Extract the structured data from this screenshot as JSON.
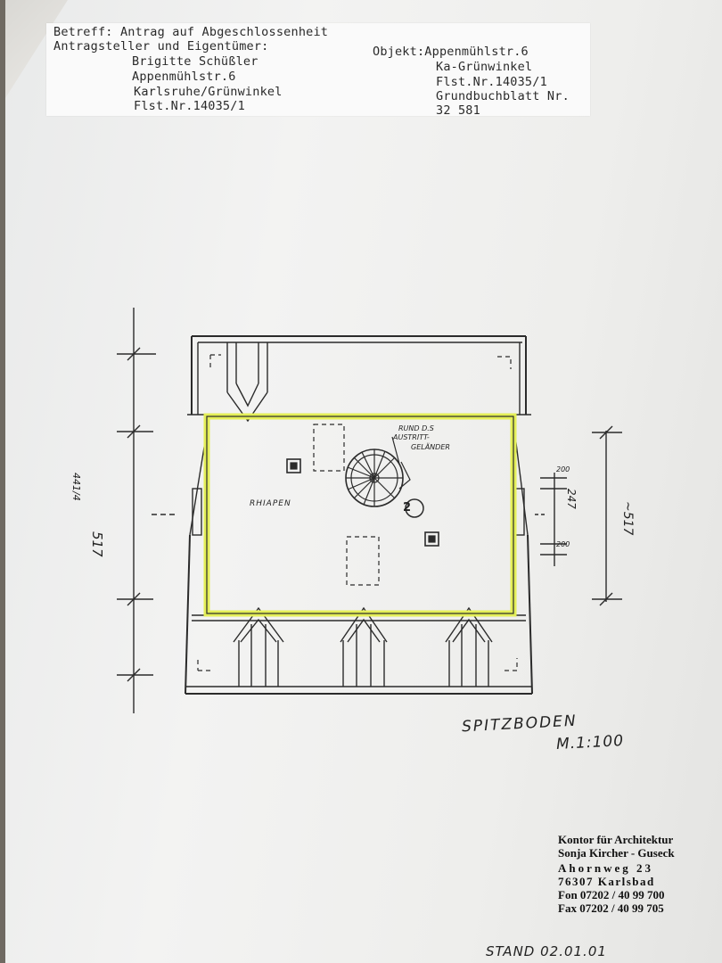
{
  "header": {
    "line1": "Betreff: Antrag auf Abgeschlossenheit",
    "line2": "Antragsteller und Eigentümer:",
    "owner_name": "Brigitte Schüßler",
    "owner_street": "Appenmühlstr.6",
    "owner_city": "Karlsruhe/Grünwinkel",
    "owner_parcel": "Flst.Nr.14035/1",
    "object_label": "Objekt:Appenmühlstr.6",
    "object_district": "Ka-Grünwinkel",
    "object_parcel": "Flst.Nr.14035/1",
    "land_register": "Grundbuchblatt Nr.",
    "land_register_no": "32 581"
  },
  "plan": {
    "dim_left": "517",
    "dim_right": "~517",
    "dim_inner": "247",
    "dim_small_top": "200",
    "dim_small_bottom": "200",
    "dim_vertical_left": "441/4",
    "room_label": "RHIAPEN",
    "stair_note_1": "RUND D.S",
    "stair_note_2": "AUSTRITT-",
    "stair_note_3": "GELÄNDER",
    "unit_number": "2",
    "title": "SPITZBODEN",
    "scale": "M.1:100",
    "highlight_color": "#e6f06a"
  },
  "stamp": {
    "line1": "Kontor für Architektur",
    "line2": "Sonja Kircher - Guseck",
    "line3": "Ahornweg 23",
    "line4": "76307 Karlsbad",
    "line5": "Fon 07202 / 40 99 700",
    "line6": "Fax 07202 / 40 99 705"
  },
  "footer": {
    "status": "STAND 02.01.01"
  }
}
